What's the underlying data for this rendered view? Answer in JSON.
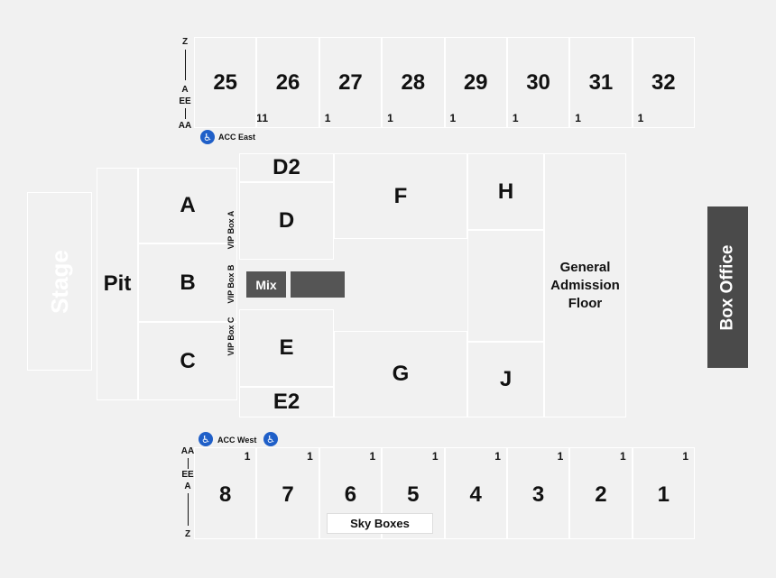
{
  "stage": {
    "label": "Stage"
  },
  "pit": {
    "label": "Pit"
  },
  "box_office": {
    "label": "Box Office"
  },
  "sections": {
    "A": "A",
    "B": "B",
    "C": "C",
    "D": "D",
    "D2": "D2",
    "E": "E",
    "E2": "E2",
    "F": "F",
    "G": "G",
    "H": "H",
    "J": "J",
    "ga": "General Admission Floor"
  },
  "vip": {
    "a": "VIP Box A",
    "b": "VIP Box B",
    "c": "VIP Box C"
  },
  "mix": {
    "label": "Mix"
  },
  "top_sections": [
    {
      "name": "25",
      "row": "1"
    },
    {
      "name": "26",
      "row": "1"
    },
    {
      "name": "27",
      "row": "1"
    },
    {
      "name": "28",
      "row": "1"
    },
    {
      "name": "29",
      "row": "1"
    },
    {
      "name": "30",
      "row": "1"
    },
    {
      "name": "31",
      "row": "1"
    },
    {
      "name": "32",
      "row": "1"
    }
  ],
  "bottom_sections": [
    {
      "name": "8",
      "row": "1"
    },
    {
      "name": "7",
      "row": "1"
    },
    {
      "name": "6",
      "row": "1"
    },
    {
      "name": "5",
      "row": "1"
    },
    {
      "name": "4",
      "row": "1"
    },
    {
      "name": "3",
      "row": "1"
    },
    {
      "name": "2",
      "row": "1"
    },
    {
      "name": "1",
      "row": "1"
    }
  ],
  "top_rows": {
    "z": "Z",
    "a": "A",
    "ee": "EE",
    "aa": "AA"
  },
  "bottom_rows": {
    "aa": "AA",
    "ee": "EE",
    "a": "A",
    "z": "Z"
  },
  "acc_east": {
    "label": "ACC East",
    "icon": "wheelchair-icon"
  },
  "acc_west": {
    "label": "ACC West",
    "icon": "wheelchair-icon"
  },
  "sky_boxes": {
    "label": "Sky Boxes"
  },
  "colors": {
    "background": "#f1f1f1",
    "box_office": "#4a4a4a",
    "mix": "#555555",
    "accessible": "#1f5fc8"
  }
}
